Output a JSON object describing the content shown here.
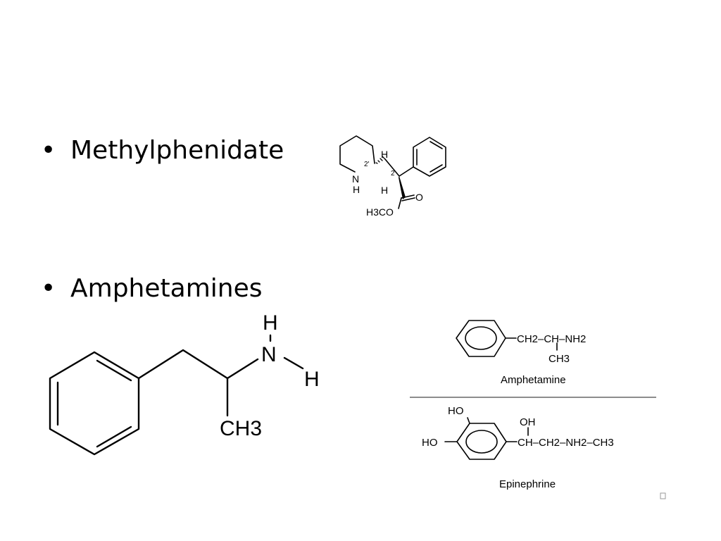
{
  "slide": {
    "bullet_char": "•",
    "items": [
      {
        "label": "Methylphenidate"
      },
      {
        "label": "Amphetamines"
      }
    ]
  },
  "methylphenidate_structure": {
    "atom_h_top": "H",
    "label_2prime": "2'",
    "label_2": "2",
    "atom_n": "N",
    "atom_nh": "H",
    "atom_h_low": "H",
    "atom_o": "O",
    "group_h3co": "H3CO"
  },
  "amphetamine_skeletal": {
    "atom_h_top": "H",
    "atom_n": "N",
    "atom_h_right": "H",
    "group_ch3": "CH3"
  },
  "amphetamine_formula": {
    "chain": "CH2–CH–NH2",
    "methyl": "CH3",
    "caption": "Amphetamine"
  },
  "epinephrine_formula": {
    "ho_top": "HO",
    "ho_left": "HO",
    "oh": "OH",
    "chain": "CH–CH2–NH2–CH3",
    "caption": "Epinephrine"
  }
}
